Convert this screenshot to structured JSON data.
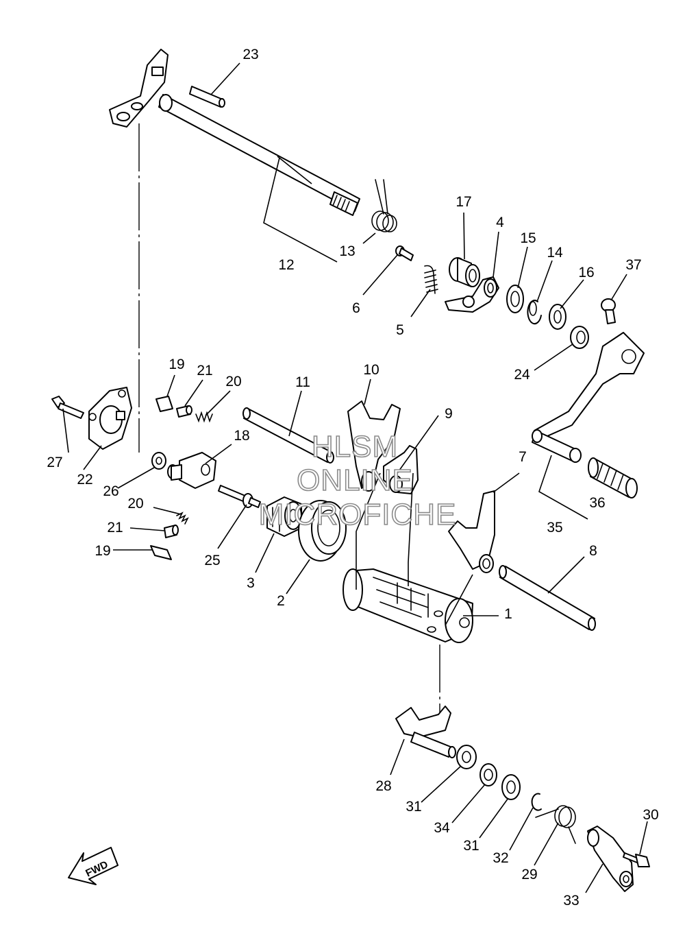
{
  "watermark": {
    "line1": "HLSM",
    "line2": "ONLINE",
    "line3": "MICROFICHE"
  },
  "direction_marker": {
    "label": "FWD",
    "icon": "fwd-arrow-icon"
  },
  "callouts": [
    "1",
    "2",
    "3",
    "4",
    "5",
    "6",
    "7",
    "8",
    "9",
    "10",
    "11",
    "12",
    "13",
    "14",
    "15",
    "16",
    "17",
    "18",
    "19",
    "19",
    "20",
    "20",
    "21",
    "21",
    "22",
    "23",
    "24",
    "25",
    "26",
    "27",
    "28",
    "29",
    "30",
    "31",
    "31",
    "32",
    "33",
    "34",
    "35",
    "36",
    "37"
  ],
  "colors": {
    "line": "#000000",
    "watermark_outline": "#8a8a8a",
    "background": "#ffffff"
  }
}
